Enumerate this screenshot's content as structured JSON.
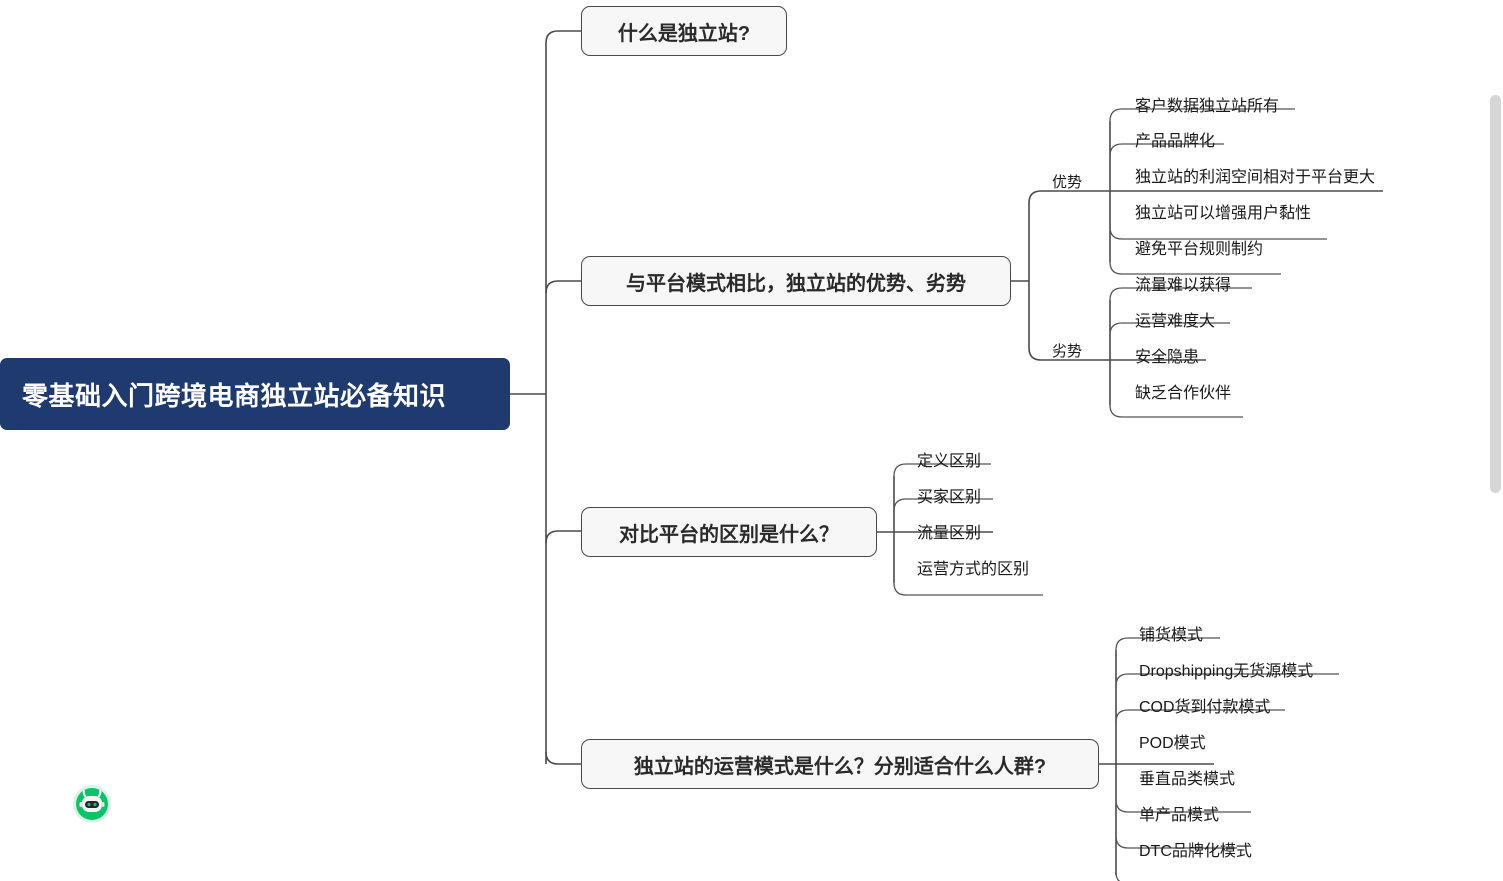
{
  "mindmap": {
    "root": {
      "label": "零基础入门跨境电商独立站必备知识",
      "color": "#1f3a6e",
      "text_color": "#ffffff"
    },
    "topics": [
      {
        "label": "什么是独立站?"
      },
      {
        "label": "与平台模式相比，独立站的优势、劣势"
      },
      {
        "label": "对比平台的区别是什么？"
      },
      {
        "label": "独立站的运营模式是什么？分别适合什么人群?"
      }
    ],
    "groups": [
      {
        "label": "优势"
      },
      {
        "label": "劣势"
      }
    ],
    "advantages": [
      {
        "label": "客户数据独立站所有"
      },
      {
        "label": "产品品牌化"
      },
      {
        "label": "独立站的利润空间相对于平台更大"
      },
      {
        "label": "独立站可以增强用户黏性"
      },
      {
        "label": "避免平台规则制约"
      }
    ],
    "disadvantages": [
      {
        "label": "流量难以获得"
      },
      {
        "label": "运营难度大"
      },
      {
        "label": "安全隐患"
      },
      {
        "label": "缺乏合作伙伴"
      }
    ],
    "differences": [
      {
        "label": "定义区别"
      },
      {
        "label": "买家区别"
      },
      {
        "label": "流量区别"
      },
      {
        "label": "运营方式的区别"
      }
    ],
    "models": [
      {
        "label": "铺货模式"
      },
      {
        "label": "Dropshipping无货源模式"
      },
      {
        "label": "COD货到付款模式"
      },
      {
        "label": "POD模式"
      },
      {
        "label": "垂直品类模式"
      },
      {
        "label": "单产品模式"
      },
      {
        "label": "DTC品牌化模式"
      }
    ],
    "assistant_badge": {
      "icon": "robot-icon",
      "color": "#0ec26a"
    },
    "colors": {
      "background": "#ffffff",
      "connector": "#4a4a4a",
      "node_fill": "#f7f7f7",
      "node_border": "#4a4a4a",
      "scrollbar": "#d6d6d6"
    }
  }
}
